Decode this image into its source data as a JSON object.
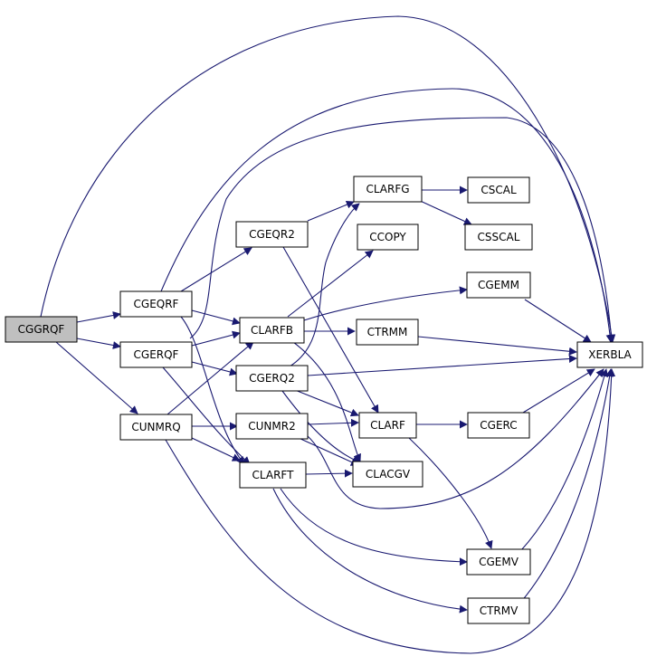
{
  "colors": {
    "edge": "#191970",
    "root_fill": "#bfbfbf",
    "node_fill": "#ffffff",
    "node_stroke": "#000000"
  },
  "nodes": {
    "CGGRQF": "CGGRQF",
    "CGEQRF": "CGEQRF",
    "CGERQF": "CGERQF",
    "CUNMRQ": "CUNMRQ",
    "CGEQR2": "CGEQR2",
    "CLARFB": "CLARFB",
    "CGERQ2": "CGERQ2",
    "CUNMR2": "CUNMR2",
    "CLARFT": "CLARFT",
    "CLARFG": "CLARFG",
    "CCOPY": "CCOPY",
    "CTRMM": "CTRMM",
    "CLARF": "CLARF",
    "CLACGV": "CLACGV",
    "CSCAL": "CSCAL",
    "CSSCAL": "CSSCAL",
    "CGEMM": "CGEMM",
    "CGERC": "CGERC",
    "CGEMV": "CGEMV",
    "CTRMV": "CTRMV",
    "XERBLA": "XERBLA"
  },
  "edges": [
    [
      "CGGRQF",
      "CGEQRF"
    ],
    [
      "CGGRQF",
      "CGERQF"
    ],
    [
      "CGGRQF",
      "CUNMRQ"
    ],
    [
      "CGGRQF",
      "XERBLA"
    ],
    [
      "CGEQRF",
      "CGEQR2"
    ],
    [
      "CGEQRF",
      "CLARFB"
    ],
    [
      "CGEQRF",
      "CLARFT"
    ],
    [
      "CGEQRF",
      "XERBLA"
    ],
    [
      "CGERQF",
      "CLARFB"
    ],
    [
      "CGERQF",
      "CGERQ2"
    ],
    [
      "CGERQF",
      "CLARFT"
    ],
    [
      "CGERQF",
      "XERBLA"
    ],
    [
      "CUNMRQ",
      "CLARFB"
    ],
    [
      "CUNMRQ",
      "CUNMR2"
    ],
    [
      "CUNMRQ",
      "CLARFT"
    ],
    [
      "CUNMRQ",
      "XERBLA"
    ],
    [
      "CGEQR2",
      "CLARFG"
    ],
    [
      "CGEQR2",
      "CLARF"
    ],
    [
      "CLARFB",
      "CCOPY"
    ],
    [
      "CLARFB",
      "CGEMM"
    ],
    [
      "CLARFB",
      "CTRMM"
    ],
    [
      "CLARFB",
      "CLACGV"
    ],
    [
      "CGERQ2",
      "CLARFG"
    ],
    [
      "CGERQ2",
      "CLARF"
    ],
    [
      "CGERQ2",
      "CLACGV"
    ],
    [
      "CGERQ2",
      "XERBLA"
    ],
    [
      "CUNMR2",
      "CLARF"
    ],
    [
      "CUNMR2",
      "CLACGV"
    ],
    [
      "CUNMR2",
      "XERBLA"
    ],
    [
      "CLARFT",
      "CLACGV"
    ],
    [
      "CLARFT",
      "CGEMV"
    ],
    [
      "CLARFT",
      "CTRMV"
    ],
    [
      "CLARFG",
      "CSCAL"
    ],
    [
      "CLARFG",
      "CSSCAL"
    ],
    [
      "CTRMM",
      "XERBLA"
    ],
    [
      "CGEMM",
      "XERBLA"
    ],
    [
      "CLARF",
      "CGERC"
    ],
    [
      "CLARF",
      "CGEMV"
    ],
    [
      "CGERC",
      "XERBLA"
    ],
    [
      "CGEMV",
      "XERBLA"
    ],
    [
      "CTRMV",
      "XERBLA"
    ]
  ]
}
